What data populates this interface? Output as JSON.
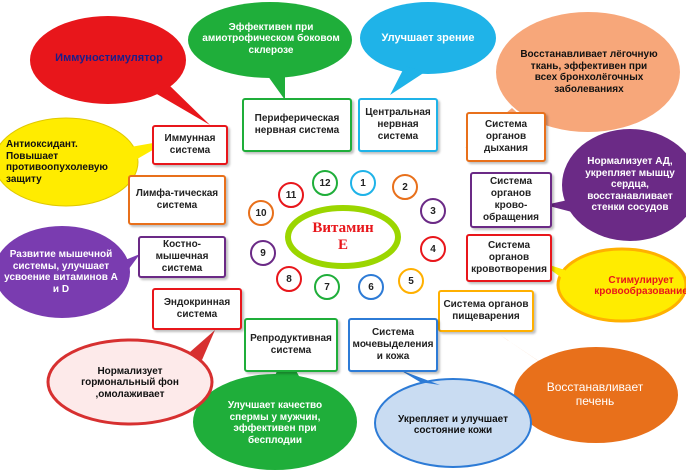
{
  "center": {
    "line1": "Витамин",
    "line2": "Е"
  },
  "systems": {
    "s1": "Центральная нервная система",
    "s2": "Система органов дыхания",
    "s3": "Система органов крово-обращения",
    "s4": "Система органов кровотворения",
    "s5": "Система органов пищеварения",
    "s6": "Система мочевыделения и кожа",
    "s7": "Репродуктивная система",
    "s8": "Эндокринная система",
    "s9": "Костно-мышечная система",
    "s10": "Лимфа-тическая система",
    "s11": "Иммунная система",
    "s12": "Периферическая нервная система"
  },
  "numbers": [
    "1",
    "2",
    "3",
    "4",
    "5",
    "6",
    "7",
    "8",
    "9",
    "10",
    "11",
    "12"
  ],
  "effects": {
    "e_immuno": "Иммуностимулятор",
    "e_green_top": "Эффективен при амиотрофическом боковом склерозе",
    "e_vision": "Улучшает зрение",
    "e_lung": "Восстанавливает лёгочную ткань, эффективен при всех бронхолёгочных заболеваниях",
    "e_heart": "Нормализует АД, укрепляет мышцу сердца, восстанавливает стенки сосудов",
    "e_blood": "Стимулирует кровообразование",
    "e_liver": "Восстанавливает печень",
    "e_skin": "Укрепляет и улучшает состояние кожи",
    "e_sperm": "Улучшает качество спермы у мужчин, эффективен при бесплодии",
    "e_hormone": "Нормализует гормональный фон ,омолаживает",
    "e_muscle": "Развитие мышечной системы, улучшает усвоение витаминов А и D",
    "e_antiox": "Антиоксидант. Повышает противоопухолевую защиту"
  },
  "colors": {
    "red": "#e8161b",
    "green": "#1fae3a",
    "cyan": "#1fb3e8",
    "peach": "#f7a77a",
    "purple": "#6b2a86",
    "yellow": "#ffec00",
    "orange": "#e8701b",
    "blue": "#2d7bd6",
    "lightblue": "#c9dcf2",
    "lavender": "#7a3cb0"
  }
}
